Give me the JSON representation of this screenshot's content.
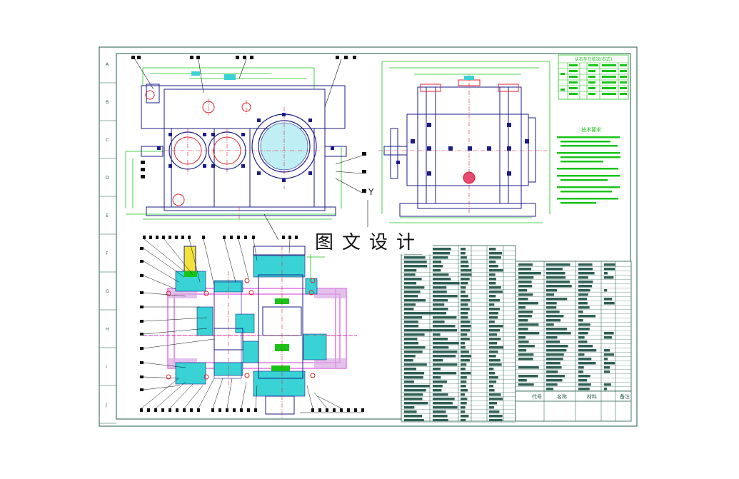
{
  "watermark": "图文设计",
  "section_label": "Y",
  "tech_requirements_title": "技术要求",
  "gear_table_title": "从右至左依次(右式)",
  "parts_list_headers": [
    "代号",
    "名称",
    "材料",
    "备注"
  ],
  "row_letters": [
    "A",
    "B",
    "C",
    "D",
    "E",
    "F",
    "G",
    "H",
    "I",
    "J"
  ],
  "colors": {
    "border": "#1f5a44",
    "outline": "#1b1b8a",
    "green": "#18c418",
    "red": "#e0202a",
    "cyan": "#39d3d6",
    "magenta": "#d331d3",
    "table_fill": "#2e5f55",
    "yellow": "#f2e23a"
  }
}
